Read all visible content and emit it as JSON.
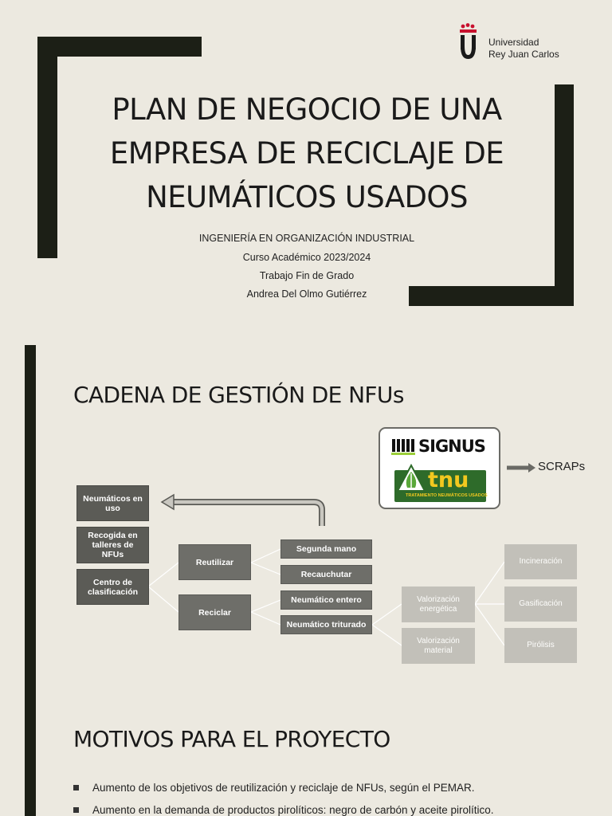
{
  "slide1": {
    "university": {
      "line1": "Universidad",
      "line2": "Rey Juan Carlos"
    },
    "title_lines": [
      "PLAN DE NEGOCIO DE UNA",
      "EMPRESA DE RECICLAJE DE",
      "NEUMÁTICOS USADOS"
    ],
    "subtitle_lines": [
      "INGENIERÍA EN ORGANIZACIÓN INDUSTRIAL",
      "Curso Académico 2023/2024",
      "Trabajo Fin de Grado",
      "Andrea Del Olmo Gutiérrez"
    ]
  },
  "slide2": {
    "heading": "CADENA DE GESTIÓN DE NFUs",
    "logos": {
      "signus": "SIGNUS",
      "tnu": "tnu",
      "tnu_sub": "TRATAMIENTO NEUMÁTICOS USADOS"
    },
    "scraps": "SCRAPs",
    "left_boxes": [
      "Neumáticos en uso",
      "Recogida en talleres de NFUs",
      "Centro de clasificación"
    ],
    "level2": [
      "Reutilizar",
      "Reciclar"
    ],
    "level3": [
      "Segunda mano",
      "Recauchutar",
      "Neumático entero",
      "Neumático triturado"
    ],
    "level4": [
      "Valorización energética",
      "Valorización material"
    ],
    "level5": [
      "Incineración",
      "Gasificación",
      "Pirólisis"
    ]
  },
  "slide3": {
    "heading": "MOTIVOS PARA EL PROYECTO",
    "bullets": [
      "Aumento de los objetivos de reutilización y reciclaje de NFUs, según el PEMAR.",
      "Aumento en la demanda de productos pirolíticos: negro de carbón y aceite pirolítico."
    ]
  },
  "colors": {
    "background": "#ece9e0",
    "frame": "#1c1f16",
    "urjc_red": "#c8102e",
    "tnu_green": "#2e6b2a"
  }
}
